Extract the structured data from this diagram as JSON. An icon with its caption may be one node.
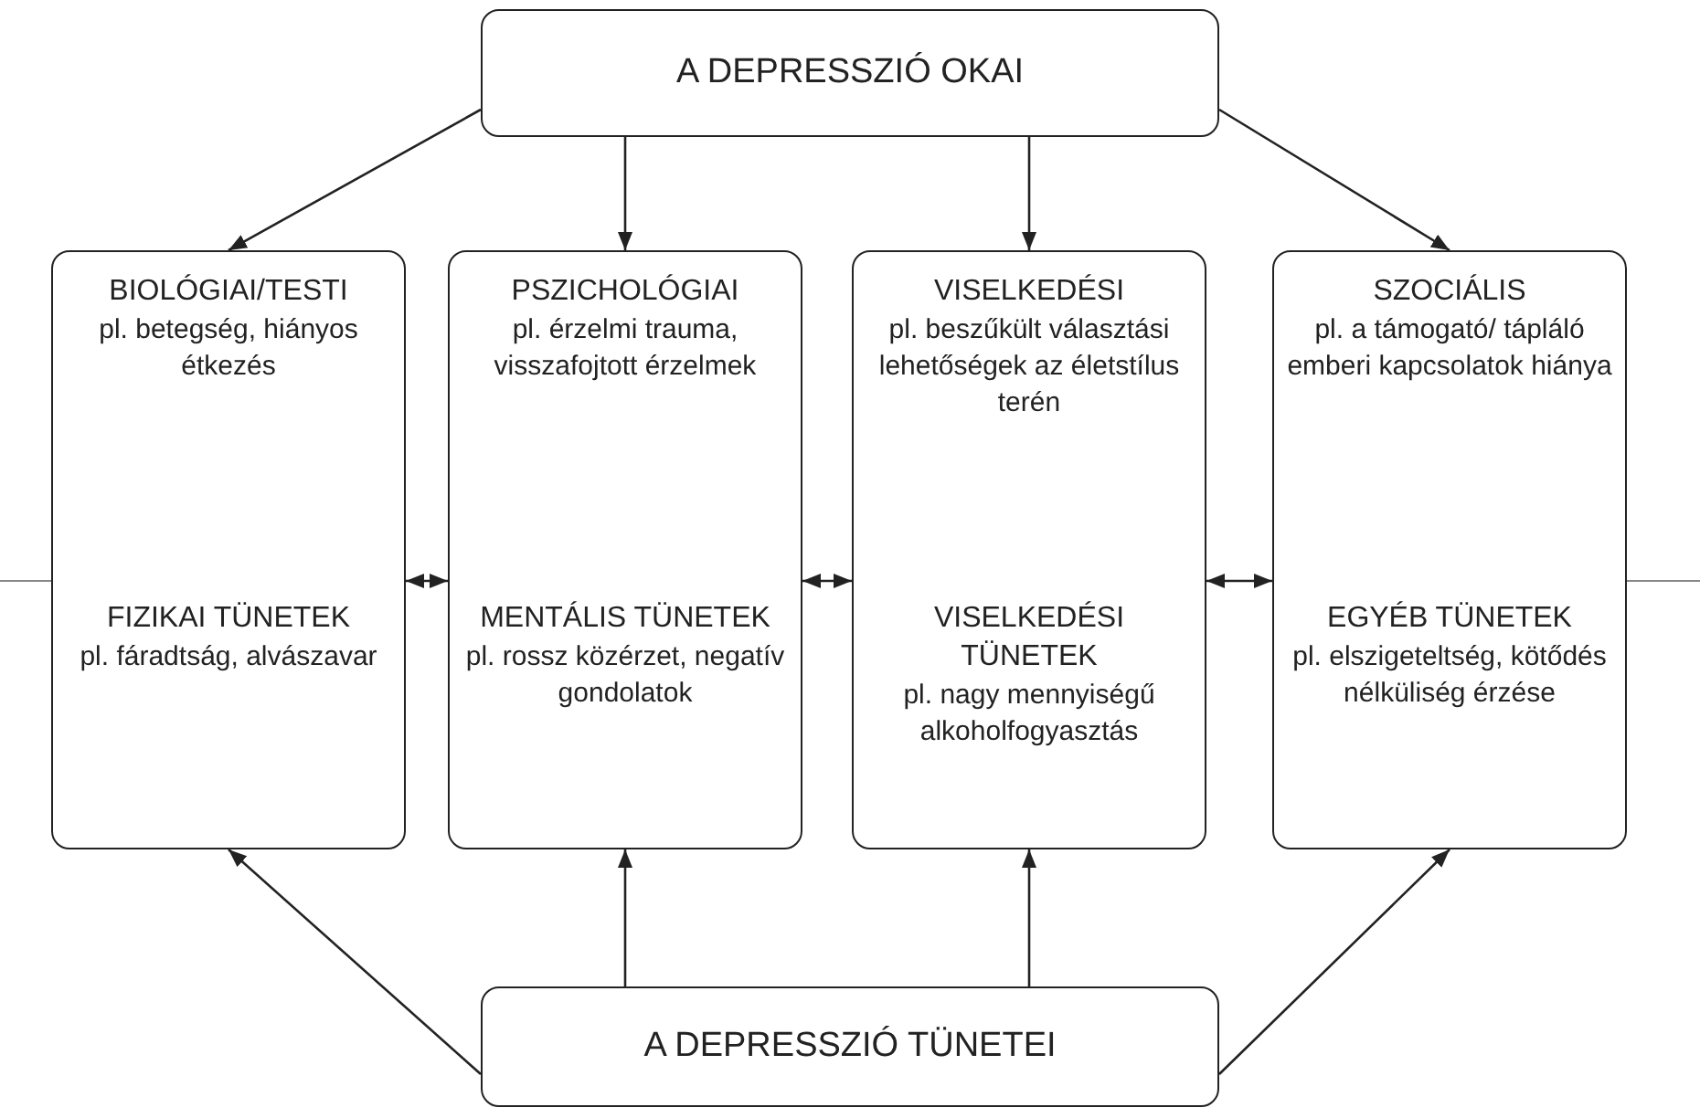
{
  "diagram": {
    "nodes": [
      {
        "text": [
          "A DEPRESSZIÓ OKAI"
        ]
      },
      {
        "text": [
          "BIOLÓGIAI/TESTI",
          "pl. betegség, hiányos étkezés",
          "FIZIKAI TÜNETEK",
          "pl. fáradtság, alvászavar"
        ]
      },
      {
        "text": [
          "PSZICHOLÓGIAI",
          "pl. érzelmi trauma, visszafojtott érzelmek",
          "MENTÁLIS TÜNETEK",
          "pl. rossz közérzet, negatív gondolatok"
        ]
      },
      {
        "text": [
          "VISELKEDÉSI",
          "pl. beszűkült választási lehetőségek az életstílus terén",
          "VISELKEDÉSI TÜNETEK",
          "pl. nagy mennyiségű alkoholfogyasztás"
        ]
      },
      {
        "text": [
          "SZOCIÁLIS",
          "pl. a támogató/ tápláló emberi kapcsolatok hiánya",
          "EGYÉB TÜNETEK",
          "pl. elszigeteltség, kötődés nélküliség érzése"
        ]
      },
      {
        "text": [
          "A DEPRESSZIÓ TÜNETEI"
        ]
      }
    ],
    "edges": [
      {
        "from": 0,
        "to": 1,
        "arrow": "to"
      },
      {
        "from": 0,
        "to": 2,
        "arrow": "to"
      },
      {
        "from": 0,
        "to": 3,
        "arrow": "to"
      },
      {
        "from": 0,
        "to": 4,
        "arrow": "to"
      },
      {
        "from": 5,
        "to": 1,
        "arrow": "to"
      },
      {
        "from": 5,
        "to": 2,
        "arrow": "to"
      },
      {
        "from": 5,
        "to": 3,
        "arrow": "to"
      },
      {
        "from": 5,
        "to": 4,
        "arrow": "to"
      },
      {
        "from": 1,
        "to": 2,
        "arrow": "both"
      },
      {
        "from": 2,
        "to": 3,
        "arrow": "both"
      },
      {
        "from": 3,
        "to": 4,
        "arrow": "both"
      }
    ]
  }
}
